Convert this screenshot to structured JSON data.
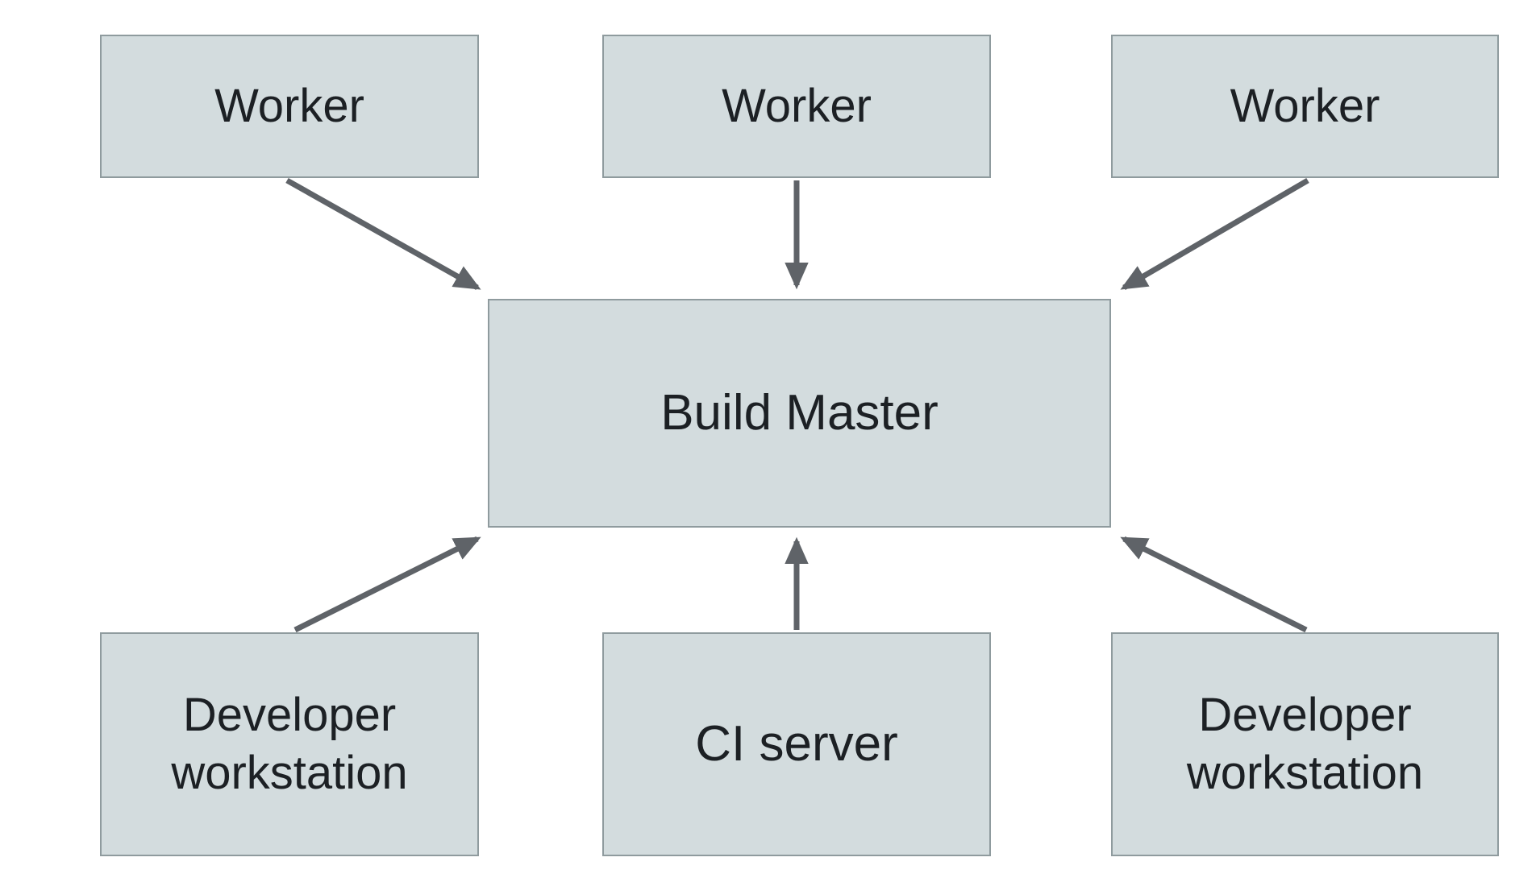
{
  "diagram": {
    "type": "architecture-diagram",
    "nodes": {
      "worker1": {
        "label": "Worker"
      },
      "worker2": {
        "label": "Worker"
      },
      "worker3": {
        "label": "Worker"
      },
      "build_master": {
        "label": "Build Master"
      },
      "dev_workstation_left": {
        "label": "Developer workstation"
      },
      "ci_server": {
        "label": "CI server"
      },
      "dev_workstation_right": {
        "label": "Developer workstation"
      }
    },
    "edges": [
      {
        "from": "worker1",
        "to": "build_master"
      },
      {
        "from": "worker2",
        "to": "build_master"
      },
      {
        "from": "worker3",
        "to": "build_master"
      },
      {
        "from": "dev_workstation_left",
        "to": "build_master"
      },
      {
        "from": "ci_server",
        "to": "build_master"
      },
      {
        "from": "dev_workstation_right",
        "to": "build_master"
      }
    ],
    "colors": {
      "node_fill": "#d3dcde",
      "node_border": "#8f9b9e",
      "arrow": "#5f6368",
      "text": "#1c2024",
      "background": "#ffffff"
    }
  }
}
